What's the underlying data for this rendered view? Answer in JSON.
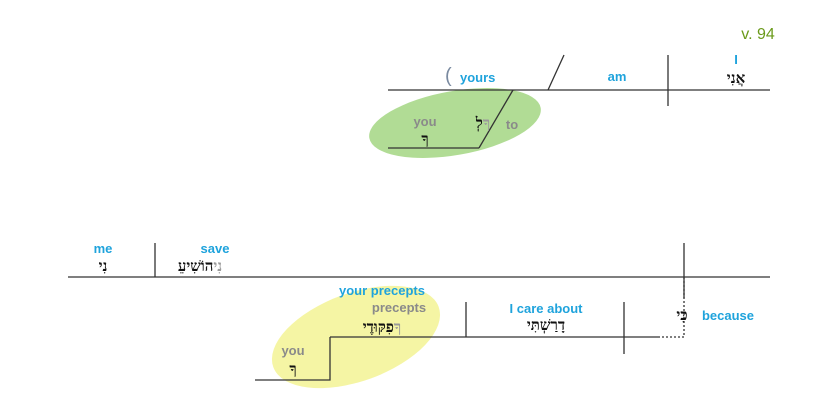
{
  "verse": "v. 94",
  "colors": {
    "english": "#1fa3dc",
    "gray": "#8a8a8a",
    "verse": "#6a9a1a",
    "green_highlight": "#a8d88a",
    "yellow_highlight": "#f4f49a"
  },
  "clause1": {
    "subject": {
      "english": "I",
      "hebrew": "אֲנִי"
    },
    "verb": {
      "english": "am"
    },
    "complement": {
      "paren": "(",
      "english": "yours"
    },
    "modifier": {
      "preposition_english": "to",
      "preposition_hebrew": "לְ",
      "preposition_suffix": "ךָ",
      "object_english": "you",
      "object_hebrew": "ךָ"
    }
  },
  "clause2": {
    "verb": {
      "english": "save",
      "hebrew_main": "הוֹשִׁיעֵ",
      "hebrew_suffix": "נִי"
    },
    "object": {
      "english": "me",
      "hebrew": "נִי"
    }
  },
  "clause3": {
    "conjunction": {
      "english": "because",
      "hebrew": "כִּי"
    },
    "verb": {
      "english": "I care about",
      "hebrew": "דָרַשְׁתִּי"
    },
    "object": {
      "english": "your precepts",
      "english_gray": "precepts",
      "hebrew_main": "פִקּוּדֶי",
      "hebrew_suffix": "ךָ"
    },
    "possessor": {
      "english": "you",
      "hebrew": "ךָ"
    }
  }
}
